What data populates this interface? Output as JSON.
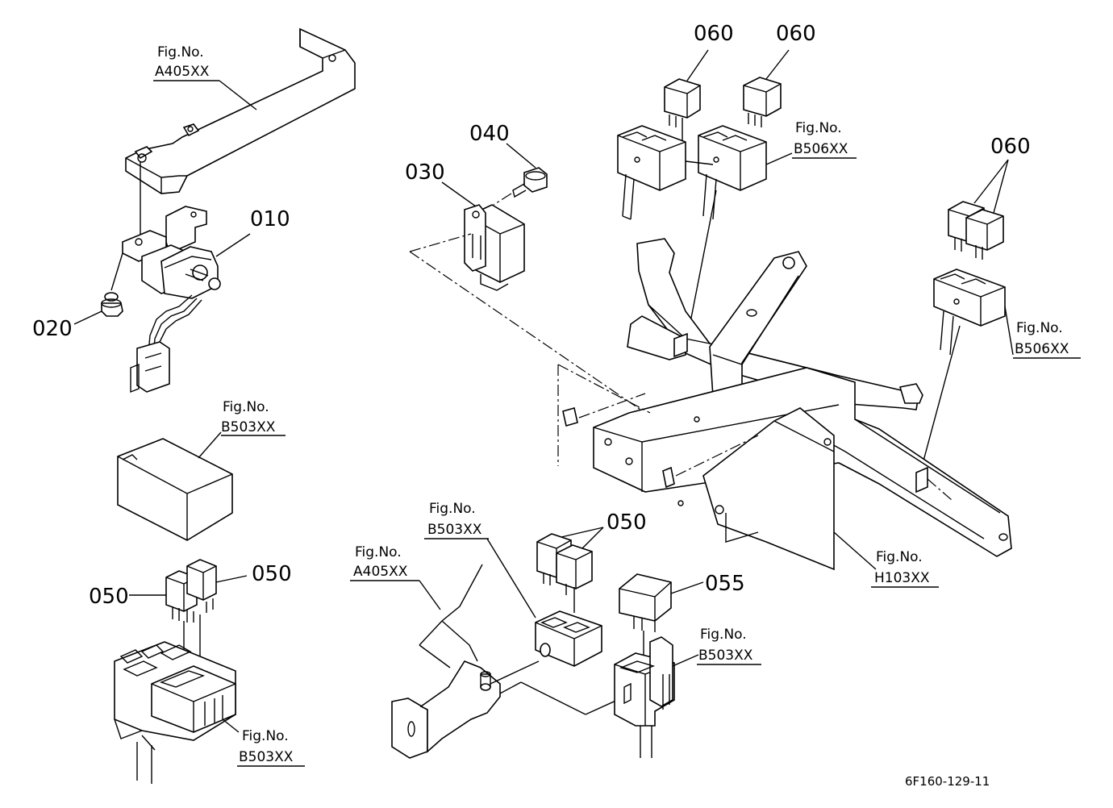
{
  "diagram_code": "6F160-129-11",
  "callouts": {
    "p010": "010",
    "p020": "020",
    "p030": "030",
    "p040": "040",
    "p050_a": "050",
    "p050_b": "050",
    "p050_c": "050",
    "p055": "055",
    "p060_a": "060",
    "p060_b": "060",
    "p060_c": "060"
  },
  "fig_refs": {
    "r1": {
      "label": "Fig.No.",
      "code": "A405XX"
    },
    "r2": {
      "label": "Fig.No.",
      "code": "B503XX"
    },
    "r3": {
      "label": "Fig.No.",
      "code": "B503XX"
    },
    "r4": {
      "label": "Fig.No.",
      "code": "B503XX"
    },
    "r5": {
      "label": "Fig.No.",
      "code": "A405XX"
    },
    "r6": {
      "label": "Fig.No.",
      "code": "B503XX"
    },
    "r7": {
      "label": "Fig.No.",
      "code": "B506XX"
    },
    "r8": {
      "label": "Fig.No.",
      "code": "B506XX"
    },
    "r9": {
      "label": "Fig.No.",
      "code": "H103XX"
    }
  }
}
